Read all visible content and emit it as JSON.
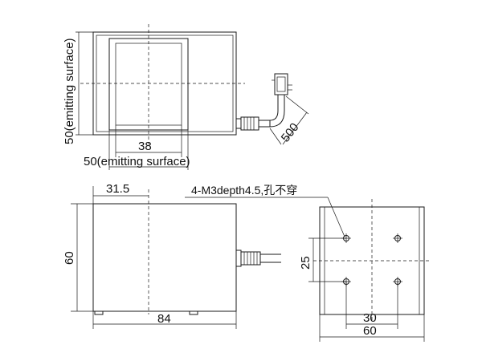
{
  "views": {
    "top": {
      "dim_height_label": "50(emitting surface)",
      "dim_width_label": "50(emitting surface)",
      "dim_inner_label": "38",
      "dim_cable_label": "500"
    },
    "front": {
      "dim_offset_label": "31.5",
      "dim_height_label": "60",
      "dim_length_label": "84"
    },
    "side": {
      "hole_note": "4-M3depth4.5,孔不穿",
      "dim_pitch_v_label": "25",
      "dim_pitch_h_label": "30",
      "dim_width_label": "60"
    }
  },
  "colors": {
    "line": "#1a1a1a",
    "face_shade": "#d9d9d9",
    "background": "#ffffff"
  }
}
